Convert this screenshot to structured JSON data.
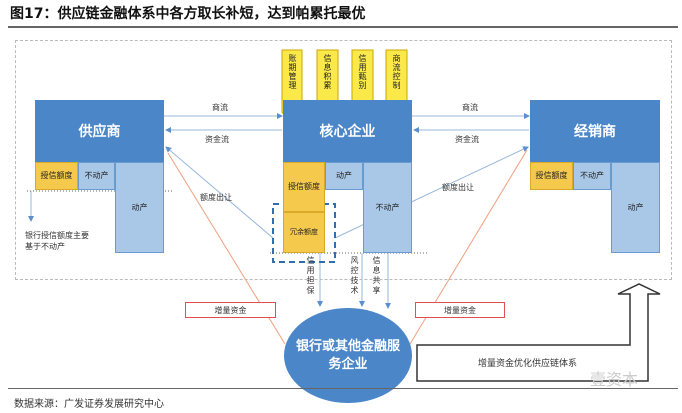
{
  "title": "图17：供应链金融体系中各方取长补短，达到帕累托最优",
  "top_tags": [
    "账期管理",
    "信息积累",
    "信用甄别",
    "商流控制"
  ],
  "supplier": {
    "name": "供应商",
    "credit": "授信额度",
    "fixed": "不动产",
    "movable": "动产"
  },
  "core": {
    "name": "核心企业",
    "credit": "授信额度",
    "redundant": "冗余额度",
    "movable": "动产",
    "fixed": "不动产"
  },
  "distributor": {
    "name": "经销商",
    "credit": "授信额度",
    "fixed": "不动产",
    "movable": "动产"
  },
  "flows": {
    "commerce_left": "商流",
    "funds_left": "资金流",
    "commerce_right": "商流",
    "funds_right": "资金流",
    "quota_left": "额度出让",
    "quota_right": "额度出让"
  },
  "bank_note": "银行授信额度主要基于不动产",
  "vertical_flows": [
    "信用担保",
    "风控技术",
    "信息共享"
  ],
  "incremental_left": "增量资金",
  "incremental_right": "增量资金",
  "bank": "银行或其他金融服务企业",
  "optimize": "增量资金优化供应链体系",
  "watermark": "壹资本",
  "source": "数据来源：广发证券发展研究中心",
  "colors": {
    "blue": "#4a86c8",
    "yellow": "#f5c94b",
    "light_blue": "#a9c8e8",
    "red": "#e05050"
  }
}
